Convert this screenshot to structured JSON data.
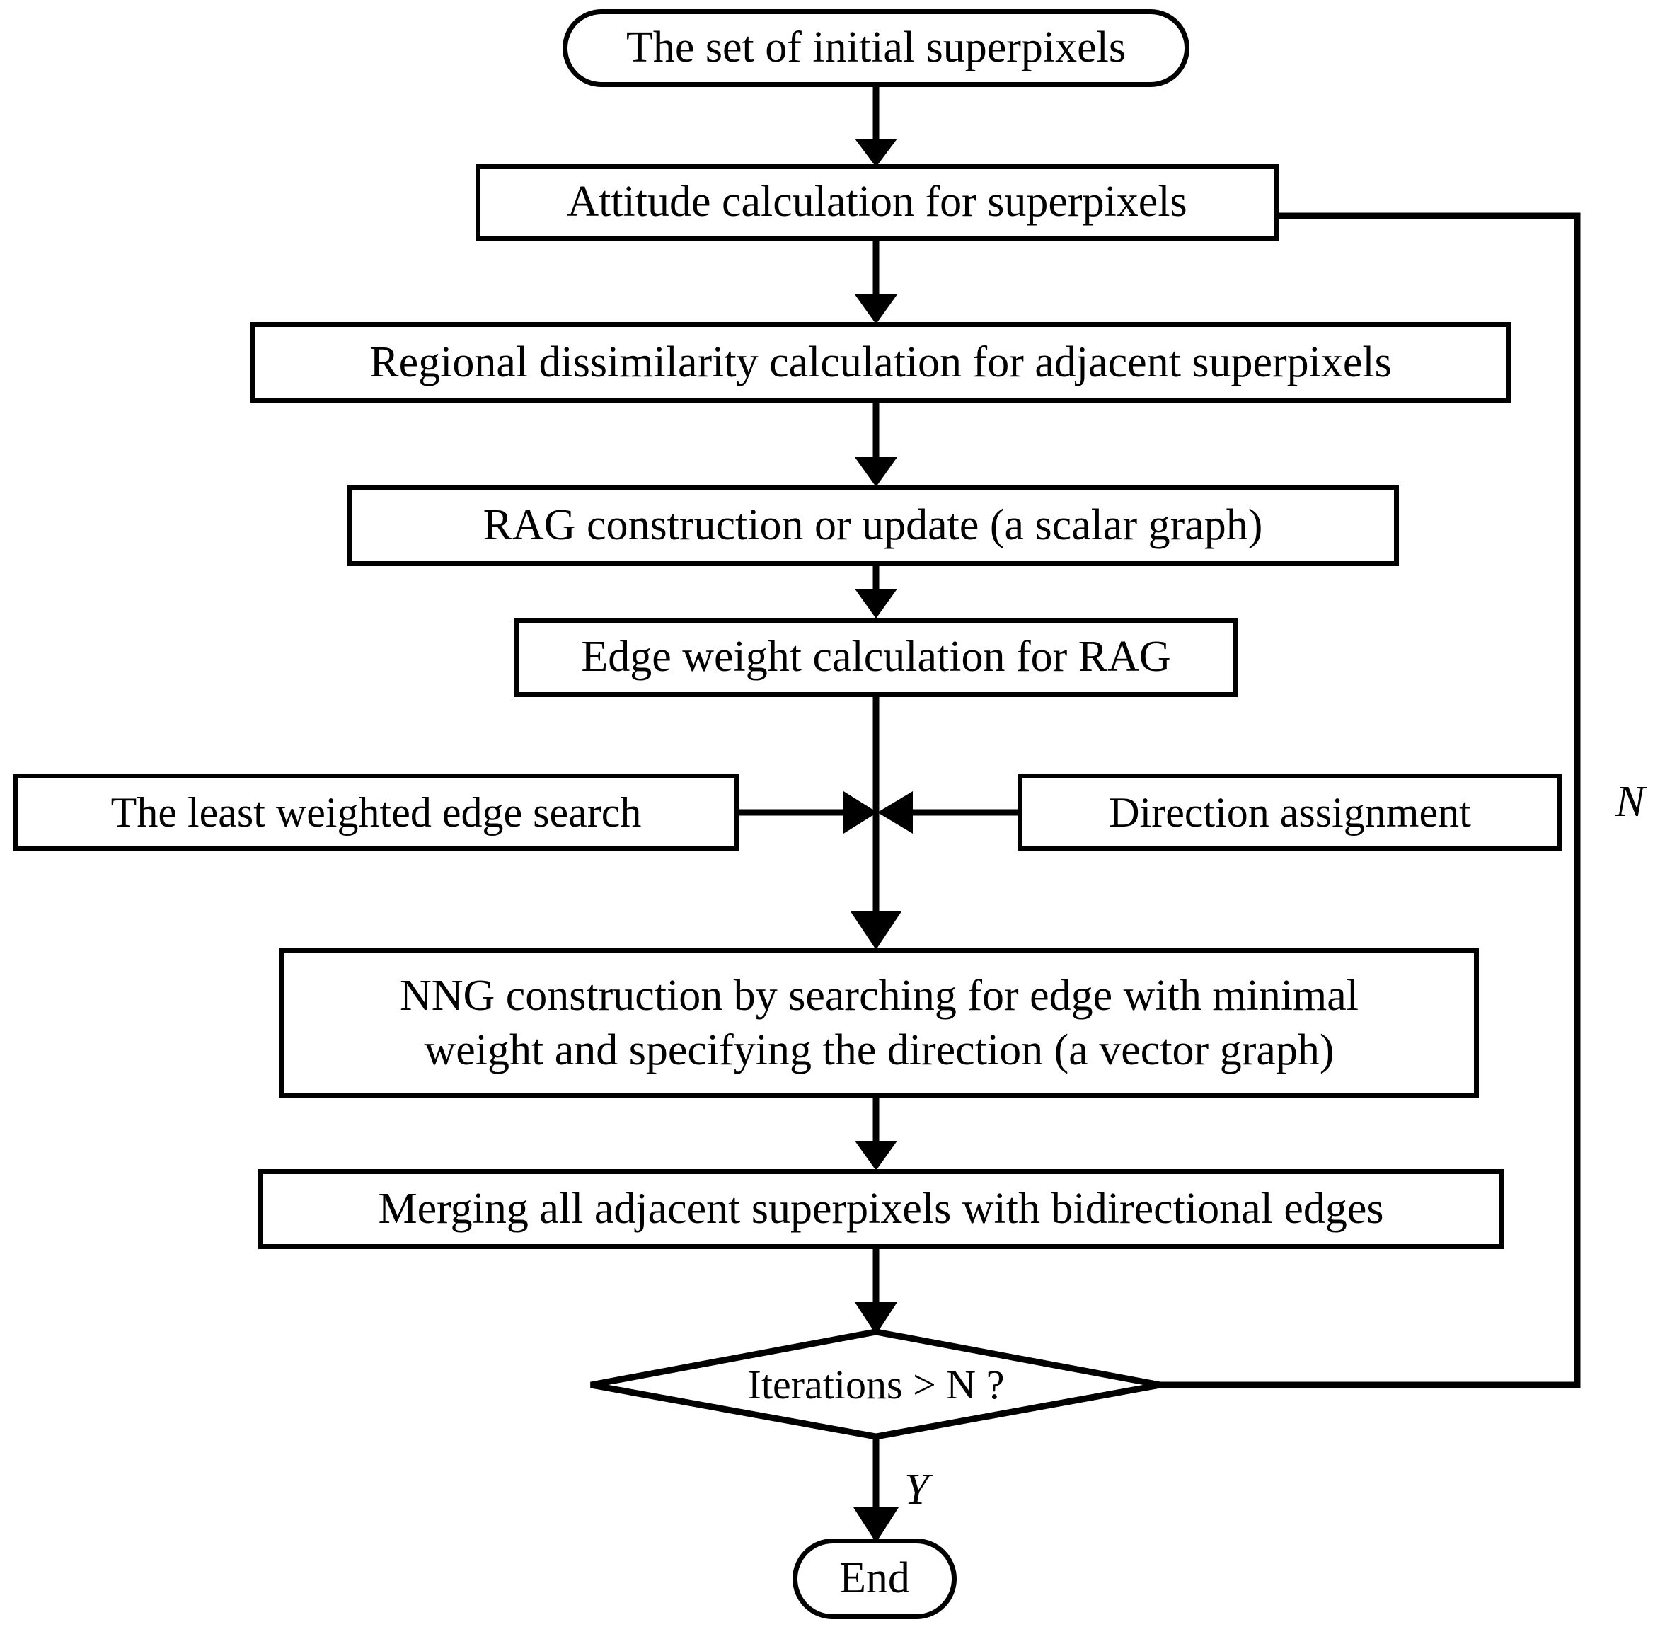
{
  "diagram": {
    "title": "Superpixel merging flowchart",
    "background_color": "#ffffff",
    "stroke_color": "#000000",
    "nodes": {
      "start": {
        "label": "The set of initial superpixels",
        "shape": "stadium"
      },
      "attitude": {
        "label": "Attitude  calculation for superpixels",
        "shape": "rect"
      },
      "dissimilarity": {
        "label": "Regional dissimilarity calculation for adjacent superpixels",
        "shape": "rect"
      },
      "rag": {
        "label": "RAG construction or update (a scalar graph)",
        "shape": "rect"
      },
      "edge_weight": {
        "label": "Edge weight calculation for RAG",
        "shape": "rect"
      },
      "least_edge": {
        "label": "The least weighted edge search",
        "shape": "rect"
      },
      "direction": {
        "label": "Direction assignment",
        "shape": "rect"
      },
      "nng_line1": {
        "label": "NNG construction by searching for edge with minimal"
      },
      "nng_line2": {
        "label": "weight and specifying the direction (a vector graph)"
      },
      "merging": {
        "label": "Merging all adjacent superpixels with bidirectional edges",
        "shape": "rect"
      },
      "decision": {
        "label": "Iterations > N ?",
        "shape": "diamond"
      },
      "end": {
        "label": "End",
        "shape": "stadium"
      }
    },
    "edge_labels": {
      "no_branch": "N",
      "yes_branch": "Y"
    }
  }
}
